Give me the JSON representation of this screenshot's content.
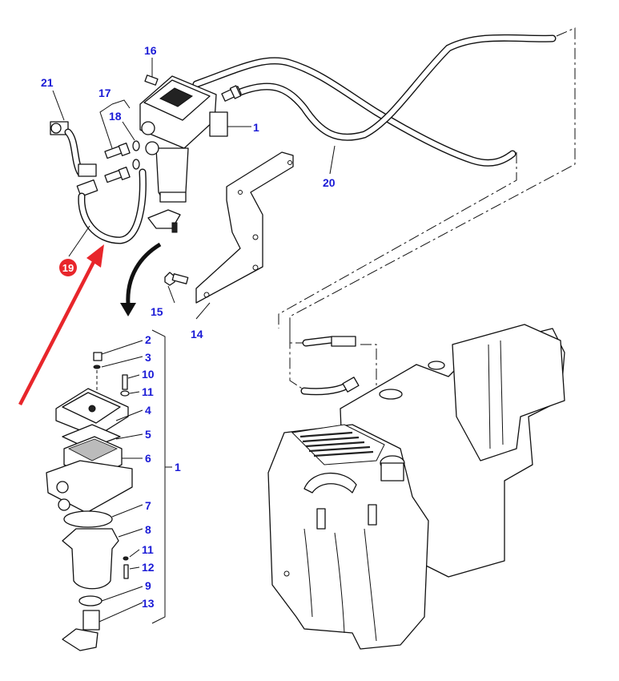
{
  "diagram": {
    "title": "Fuel filter and fuel tank assembly (exploded parts view)",
    "label_color": "#1a1ad6",
    "highlight_color": "#e8262b",
    "highlighted_part": {
      "number": "19",
      "description": "Fuel hose (highlighted with red arrow)"
    },
    "callouts": {
      "p1_top": "1",
      "p1_group": "1",
      "p2": "2",
      "p3": "3",
      "p4": "4",
      "p5": "5",
      "p6": "6",
      "p7": "7",
      "p8": "8",
      "p9": "9",
      "p10": "10",
      "p11a": "11",
      "p11b": "11",
      "p12": "12",
      "p13": "13",
      "p14": "14",
      "p15": "15",
      "p16": "16",
      "p17": "17",
      "p18": "18",
      "p19": "19",
      "p20": "20",
      "p21": "21"
    },
    "components": [
      "fuel-filter-assembly",
      "filter-head",
      "filter-element",
      "filter-bowl",
      "drain-valve",
      "mounting-bracket",
      "bolt",
      "fuel-hoses",
      "fuel-tank"
    ]
  }
}
